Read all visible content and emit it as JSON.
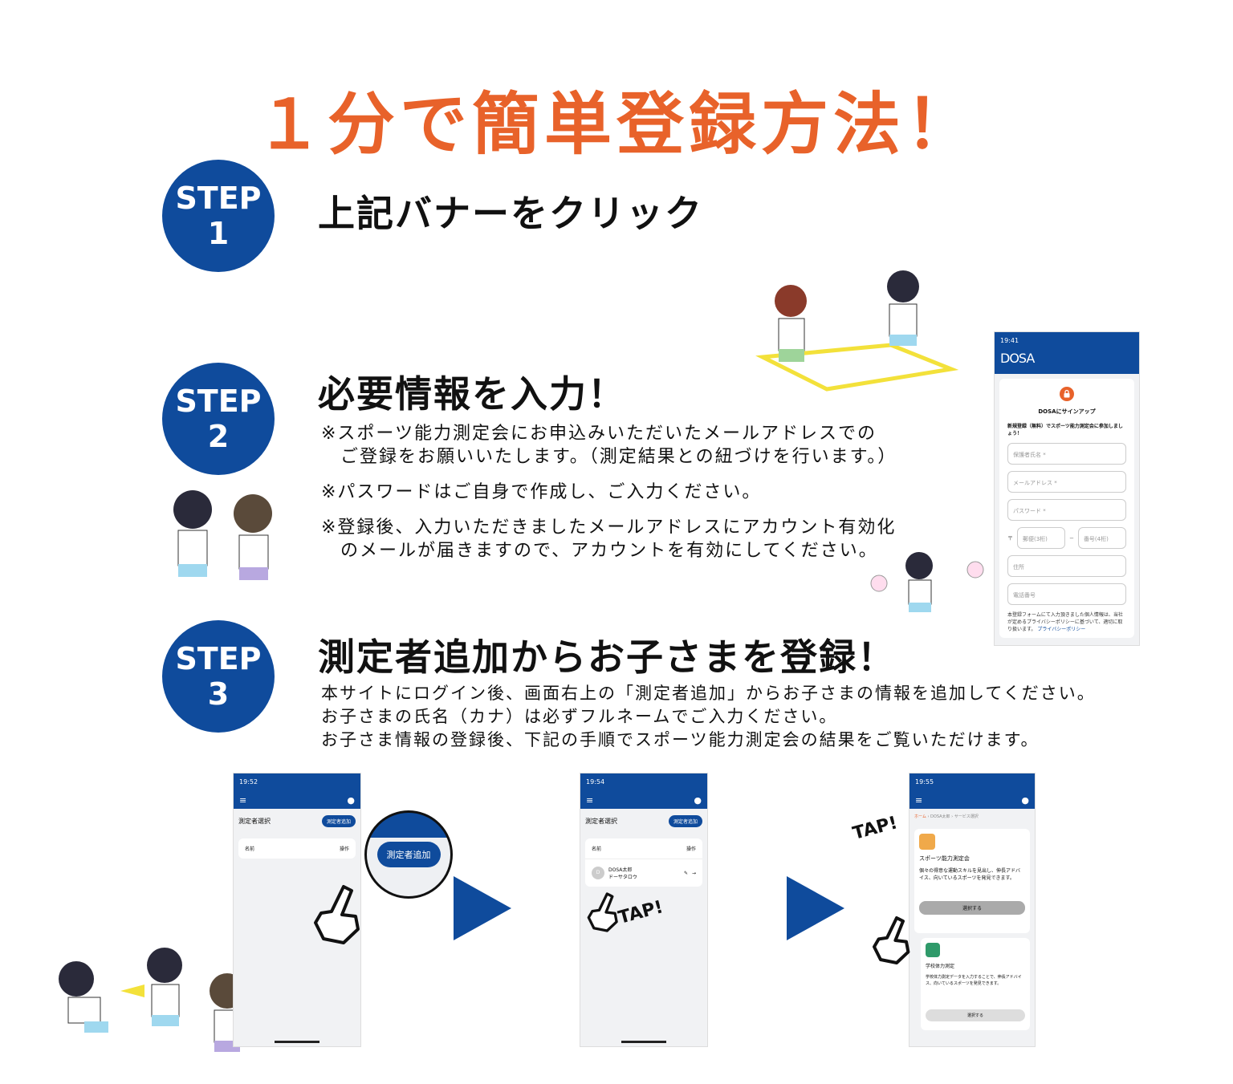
{
  "title": "１分で簡単登録方法！",
  "steps": [
    {
      "label": "STEP",
      "num": "1",
      "heading": "上記バナーをクリック"
    },
    {
      "label": "STEP",
      "num": "2",
      "heading": "必要情報を入力！",
      "notes": [
        "※スポーツ能力測定会にお申込みいただいたメールアドレスでの",
        "　ご登録をお願いいたします。（測定結果との紐づけを行います。）",
        "※パスワードはご自身で作成し、ご入力ください。",
        "※登録後、入力いただきましたメールアドレスにアカウント有効化",
        "　のメールが届きますので、アカウントを有効にしてください。"
      ]
    },
    {
      "label": "STEP",
      "num": "3",
      "heading": "測定者追加からお子さまを登録！",
      "notes": [
        "本サイトにログイン後、画面右上の「測定者追加」からお子さまの情報を追加してください。",
        "お子さまの氏名（カナ）は必ずフルネームでご入力ください。",
        "お子さま情報の登録後、下記の手順でスポーツ能力測定会の結果をご覧いただけます。"
      ]
    }
  ],
  "signup_phone": {
    "time": "19:41",
    "logo": "DOSA",
    "heading": "DOSAにサインアップ",
    "intro": "新規登録（無料）でスポーツ能力測定会に参加しましょう！",
    "fields": [
      "保護者氏名 *",
      "メールアドレス *",
      "パスワード *"
    ],
    "postal_mark": "〒",
    "postal1": "郵便(3桁)",
    "dash": "−",
    "postal2": "番号(4桁)",
    "address": "住所",
    "phone": "電話番号",
    "footer": "本登録フォームにて入力頂きました個人情報は、当社が定めるプライバシーポリシーに基づいて、適切に取り扱います。",
    "link": "プライバシーポリシー"
  },
  "phone1": {
    "time": "19:52",
    "title": "測定者選択",
    "add": "測定者追加",
    "col_name": "名前",
    "col_op": "操作",
    "zoom_button": "測定者追加"
  },
  "phone2": {
    "time": "19:54",
    "title": "測定者選択",
    "add": "測定者追加",
    "col_name": "名前",
    "col_op": "操作",
    "row_initial": "D",
    "row_name": "DOSA太郎",
    "row_kana": "ドーサタロウ",
    "tap": "TAP!"
  },
  "phone3": {
    "time": "19:55",
    "breadcrumb": [
      "ホーム",
      "DOSA太郎",
      "サービス選択"
    ],
    "card1": {
      "title": "スポーツ能力測定会",
      "desc": "個々の得意な運動スキルを見出し、伸長アドバイス、向いているスポーツを発見できます。",
      "button": "選択する"
    },
    "card2": {
      "title": "学校体力測定",
      "desc": "学校体力測定データを入力することで、伸長アドバイス、向いているスポーツを発見できます。",
      "button": "選択する"
    },
    "tap": "TAP!"
  },
  "colors": {
    "title": "#e8622a",
    "brand": "#0f4b9c",
    "accent_yellow": "#f3e13a"
  }
}
